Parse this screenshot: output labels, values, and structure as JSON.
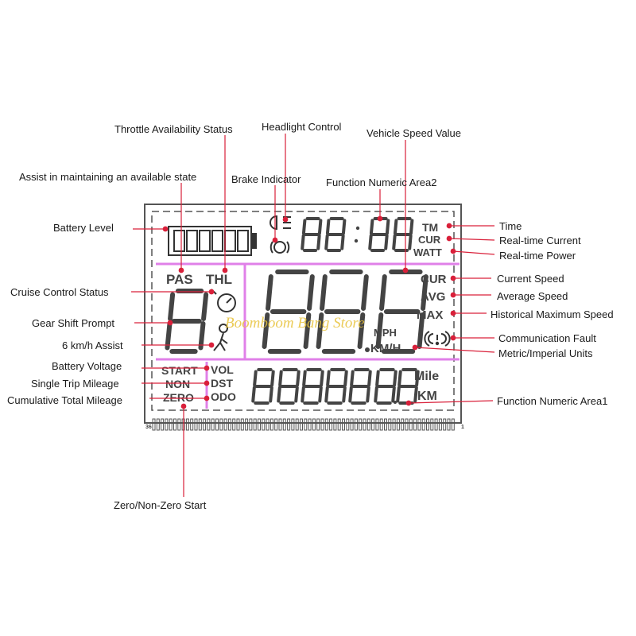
{
  "callouts": {
    "throttle": "Throttle Availability Status",
    "headlight": "Headlight Control",
    "vehicle_speed": "Vehicle Speed Value",
    "assist_state": "Assist in maintaining an available state",
    "brake": "Brake Indicator",
    "func_area2": "Function Numeric Area2",
    "battery_level": "Battery Level",
    "time": "Time",
    "realtime_current": "Real-time Current",
    "realtime_power": "Real-time Power",
    "cruise": "Cruise Control Status",
    "current_speed": "Current Speed",
    "average_speed": "Average Speed",
    "gear_shift": "Gear Shift Prompt",
    "hist_max_speed": "Historical Maximum Speed",
    "comm_fault": "Communication Fault",
    "assist_6kmh": "6 km/h Assist",
    "units": "Metric/Imperial Units",
    "battery_voltage": "Battery Voltage",
    "single_trip": "Single Trip Mileage",
    "cumulative": "Cumulative Total Mileage",
    "func_area1": "Function Numeric Area1",
    "zero_start": "Zero/Non-Zero Start"
  },
  "lcd": {
    "pas": "PAS",
    "thl": "THL",
    "tm": "TM",
    "cur_top": "CUR",
    "watt": "WATT",
    "cur_speed": "CUR",
    "avg": "AVG",
    "max": "MAX",
    "mph": "MPH",
    "kmh": "KM/H",
    "start": "START",
    "non": "NON",
    "zero": "ZERO",
    "vol": "VOL",
    "dst": "DST",
    "odo": "ODO",
    "mile": "Mile",
    "km": "KM",
    "pin_left": "36",
    "pin_right": "1",
    "time_digits": "88:88",
    "speed_digits": "88.8",
    "gear_digit": "8",
    "odo_digits": "888888.8"
  },
  "watermark": "Boomboom Bang Store",
  "colors": {
    "arrow": "#d9203a",
    "lcd_line": "#555555",
    "pink": "#e080e8"
  }
}
